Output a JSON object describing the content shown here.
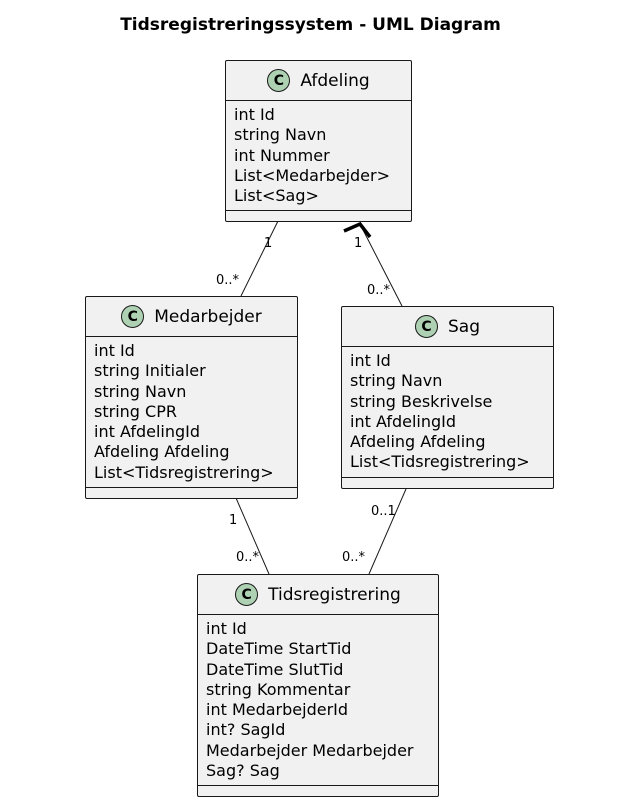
{
  "title": "Tidsregistreringssystem - UML Diagram",
  "classes": {
    "afdeling": {
      "stereotype": "C",
      "name": "Afdeling",
      "attributes": [
        "int Id",
        "string Navn",
        "int Nummer",
        "List<Medarbejder>",
        "List<Sag>"
      ]
    },
    "medarbejder": {
      "stereotype": "C",
      "name": "Medarbejder",
      "attributes": [
        "int Id",
        "string Initialer",
        "string Navn",
        "string CPR",
        "int AfdelingId",
        "Afdeling Afdeling",
        "List<Tidsregistrering>"
      ]
    },
    "sag": {
      "stereotype": "C",
      "name": "Sag",
      "attributes": [
        "int Id",
        "string Navn",
        "string Beskrivelse",
        "int AfdelingId",
        "Afdeling Afdeling",
        "List<Tidsregistrering>"
      ]
    },
    "tidsregistrering": {
      "stereotype": "C",
      "name": "Tidsregistrering",
      "attributes": [
        "int Id",
        "DateTime StartTid",
        "DateTime SlutTid",
        "string Kommentar",
        "int MedarbejderId",
        "int? SagId",
        "Medarbejder Medarbejder",
        "Sag? Sag"
      ]
    }
  },
  "associations": [
    {
      "from": "Afdeling",
      "to": "Medarbejder",
      "from_mult": "1",
      "to_mult": "0..*",
      "arrow": "none"
    },
    {
      "from": "Afdeling",
      "to": "Sag",
      "from_mult": "1",
      "to_mult": "0..*",
      "arrow": "open-at-Afdeling"
    },
    {
      "from": "Medarbejder",
      "to": "Tidsregistrering",
      "from_mult": "1",
      "to_mult": "0..*",
      "arrow": "none"
    },
    {
      "from": "Sag",
      "to": "Tidsregistrering",
      "from_mult": "0..1",
      "to_mult": "0..*",
      "arrow": "none"
    }
  ],
  "colors": {
    "class_fill": "#f1f1f1",
    "class_border": "#181818",
    "class_icon": "#add1b2"
  }
}
